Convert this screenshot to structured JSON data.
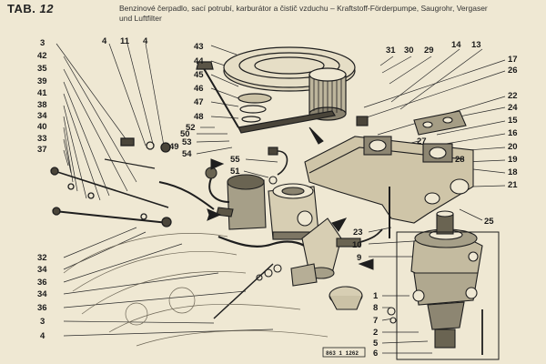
{
  "header": {
    "tab_prefix": "TAB.",
    "tab_number": "12",
    "caption_line1": "Benzinové čerpadlo, sací potrubí, karburátor a čistič vzduchu – Kraftstoff-Förderpumpe, Saugrohr, Vergaser",
    "caption_line2": "und Luftfilter"
  },
  "callouts": {
    "n3_a": "3",
    "n4_a": "4",
    "n11": "11",
    "n4_b": "4",
    "n43": "43",
    "n31": "31",
    "n30": "30",
    "n29": "29",
    "n14": "14",
    "n13": "13",
    "n42": "42",
    "n35": "35",
    "n39": "39",
    "n41": "41",
    "n38": "38",
    "n34_a": "34",
    "n40": "40",
    "n33": "33",
    "n37": "37",
    "n44": "44",
    "n45": "45",
    "n46": "46",
    "n47": "47",
    "n48": "48",
    "n52": "52",
    "n50": "50",
    "n53": "53",
    "n54": "54",
    "n49": "49",
    "n55": "55",
    "n51": "51",
    "n17": "17",
    "n26": "26",
    "n22": "22",
    "n24": "24",
    "n15": "15",
    "n16": "16",
    "n27": "27",
    "n20": "20",
    "n28": "28",
    "n19": "19",
    "n18": "18",
    "n21": "21",
    "n25": "25",
    "n23": "23",
    "n10": "10",
    "n9": "9",
    "n32": "32",
    "n34_b": "34",
    "n36_a": "36",
    "n34_c": "34",
    "n36_b": "36",
    "n3_b": "3",
    "n4_c": "4",
    "n1": "1",
    "n8": "8",
    "n7": "7",
    "n2": "2",
    "n5": "5",
    "n6": "6"
  },
  "stamp": "863 1 1262"
}
